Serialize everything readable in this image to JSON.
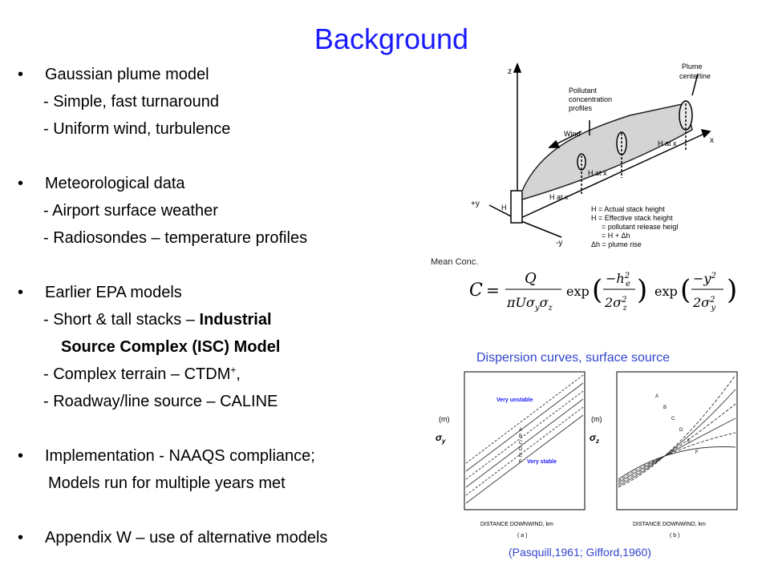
{
  "title": "Background",
  "bullets": {
    "b1": "Gaussian plume model",
    "b1_s1": "- Simple, fast turnaround",
    "b1_s2": "- Uniform wind, turbulence",
    "b2": "Meteorological data",
    "b2_s1": "- Airport surface weather",
    "b2_s2": "- Radiosondes – temperature profiles",
    "b3": "Earlier EPA models",
    "b3_s1_pre": "- Short & tall stacks – ",
    "b3_s1_bold": "Industrial",
    "b3_s1_cont": "Source Complex (ISC) Model",
    "b3_s2_pre": "- Complex terrain – CTDM",
    "b3_s2_sup": "+",
    "b3_s2_post": ",",
    "b3_s3": "- Roadway/line source – CALINE",
    "b4": "Implementation - NAAQS compliance;",
    "b4_cont": "Models run for multiple years met",
    "b5": "Appendix W – use of alternative models",
    "bullet_char": "•"
  },
  "plume_diagram": {
    "z": "z",
    "x": "x",
    "plus_y": "+y",
    "minus_y": "-y",
    "wind": "Wind",
    "pollutant": "Pollutant",
    "concentration": "concentration",
    "profiles": "profiles",
    "plume": "Plume",
    "centerline": "centerline",
    "hs": "H",
    "he_x1": "H at x",
    "he_x2": "H at x",
    "he_x3": "H at x",
    "legend1": "H  = Actual stack height",
    "legend2": "H  = Effective stack height",
    "legend3": "= pollutant release heigl",
    "legend4": "= H + Δh",
    "legend5": "Δh = plume rise"
  },
  "formula": {
    "mean_conc": "Mean Conc."
  },
  "dispersion": {
    "caption": "Dispersion curves, surface source",
    "very_unstable": "Very unstable",
    "very_stable": "Very stable",
    "x_axis_label": "DISTANCE DOWNWIND, km",
    "left_ylabel": "σ",
    "left_ysub": "y",
    "right_ysub": "z",
    "unit": "(m)",
    "panel_a": "( a )",
    "panel_b": "( b )",
    "classes": [
      "A",
      "B",
      "C",
      "D",
      "E",
      "F"
    ],
    "citation": "(Pasquill,1961;  Gifford,1960)"
  }
}
